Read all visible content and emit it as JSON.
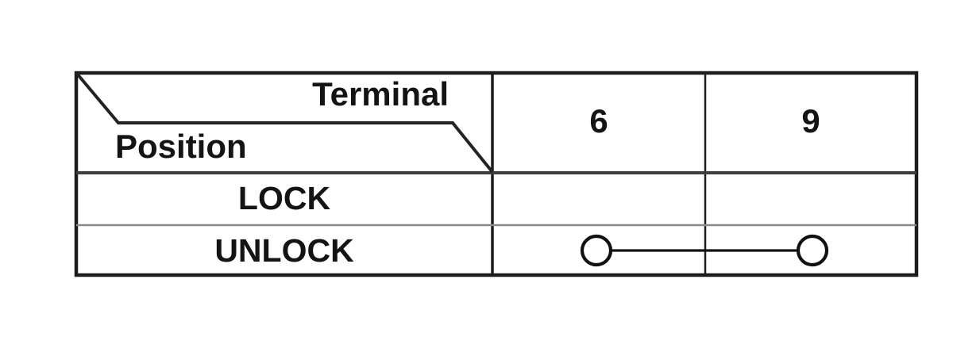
{
  "table": {
    "corner": {
      "terminal_label": "Terminal",
      "position_label": "Position"
    },
    "columns": [
      "6",
      "9"
    ],
    "rows": [
      {
        "position": "LOCK",
        "continuity": []
      },
      {
        "position": "UNLOCK",
        "continuity": [
          "6",
          "9"
        ]
      }
    ],
    "colors": {
      "border": "#1c1c1c",
      "divider_dark": "#3d3d3d",
      "divider_light": "#8a8a8a",
      "text": "#141414",
      "background": "#ffffff"
    }
  }
}
